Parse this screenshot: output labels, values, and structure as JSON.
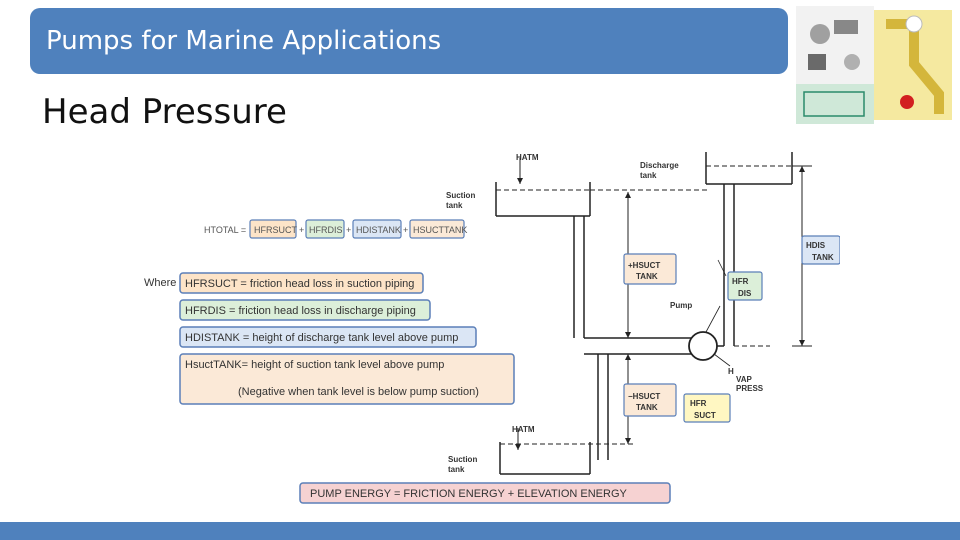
{
  "title": "Pumps for Marine Applications",
  "heading": "Head Pressure",
  "equation": {
    "lhs": "HTOTAL =",
    "terms": [
      "HFRSUCT",
      "HFRDIS",
      "HDISTANK",
      "HSUCTTANK"
    ],
    "plus": "+"
  },
  "where": "Where",
  "definitions": {
    "frsuct": "HFRSUCT = friction head loss in suction piping",
    "frdis": "HFRDIS = friction head loss in discharge piping",
    "distank": "HDISTANK = height of discharge tank level above pump",
    "sucttank": "HsuctTANK= height of suction tank level above pump",
    "note": "(Negative when tank level is below pump suction)"
  },
  "labels": {
    "hatm_top": "HATM",
    "discharge_tank": [
      "Discharge",
      "tank"
    ],
    "suction_tank_top": [
      "Suction",
      "tank"
    ],
    "h_dis_tank": [
      "HDIS",
      "TANK"
    ],
    "plus_h_suct_tank": [
      "+HSUCT",
      "TANK"
    ],
    "h_fr_dis": [
      "HFR",
      "DIS"
    ],
    "pump": "Pump",
    "h_vap_press": [
      "H",
      "VAP",
      "PRESS"
    ],
    "minus_h_suct_tank": [
      "−HSUCT",
      "TANK"
    ],
    "h_fr_suct": [
      "HFR",
      "SUCT"
    ],
    "hatm_bottom": "HATM",
    "suction_tank_bottom": [
      "Suction",
      "tank"
    ]
  },
  "energy": "PUMP ENERGY = FRICTION ENERGY + ELEVATION ENERGY",
  "colors": {
    "title_bar": "#4f81bd",
    "box_border": "#5b7fb8",
    "orange_fill": "#fde4c8",
    "green_fill": "#dcefd9",
    "blue_fill": "#dbe6f5",
    "pink_fill": "#f6d2d2",
    "yellow_fill": "#fff7c2"
  }
}
